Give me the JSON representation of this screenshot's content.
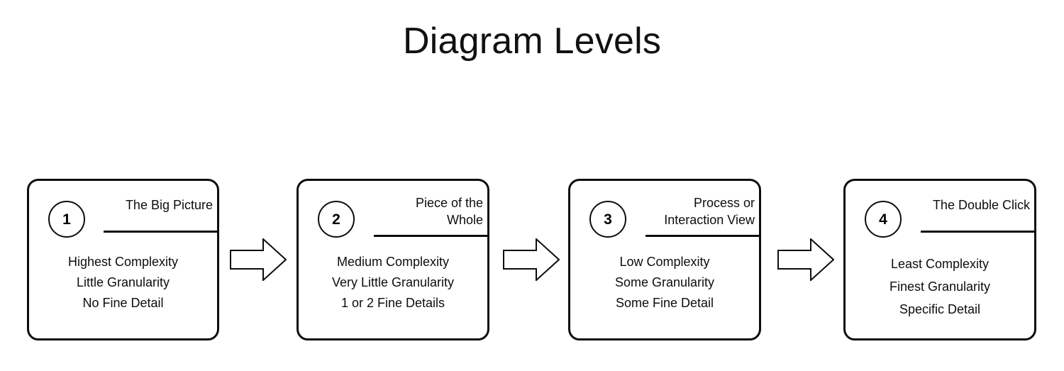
{
  "page": {
    "title": "Diagram Levels",
    "background_color": "#ffffff",
    "line_color": "#0d0d0d"
  },
  "levels": [
    {
      "number": "1",
      "title": "The Big Picture",
      "body": [
        "Highest Complexity",
        "Little Granularity",
        "No Fine Detail"
      ]
    },
    {
      "number": "2",
      "title": "Piece of the Whole",
      "title_line_1": "Piece of the",
      "title_line_2": "Whole",
      "body": [
        "Medium Complexity",
        "Very Little Granularity",
        "1 or 2 Fine Details"
      ]
    },
    {
      "number": "3",
      "title": "Process or Interaction View",
      "title_line_1": "Process or",
      "title_line_2": "Interaction View",
      "body": [
        "Low Complexity",
        "Some Granularity",
        "Some Fine Detail"
      ]
    },
    {
      "number": "4",
      "title": "The Double Click",
      "body": [
        "Least Complexity",
        "Finest Granularity",
        "Specific Detail"
      ]
    }
  ],
  "arrows": [
    {
      "name": "arrow-level-1-to-2",
      "direction": "right"
    },
    {
      "name": "arrow-level-2-to-3",
      "direction": "right"
    },
    {
      "name": "arrow-level-3-to-4",
      "direction": "right"
    }
  ]
}
